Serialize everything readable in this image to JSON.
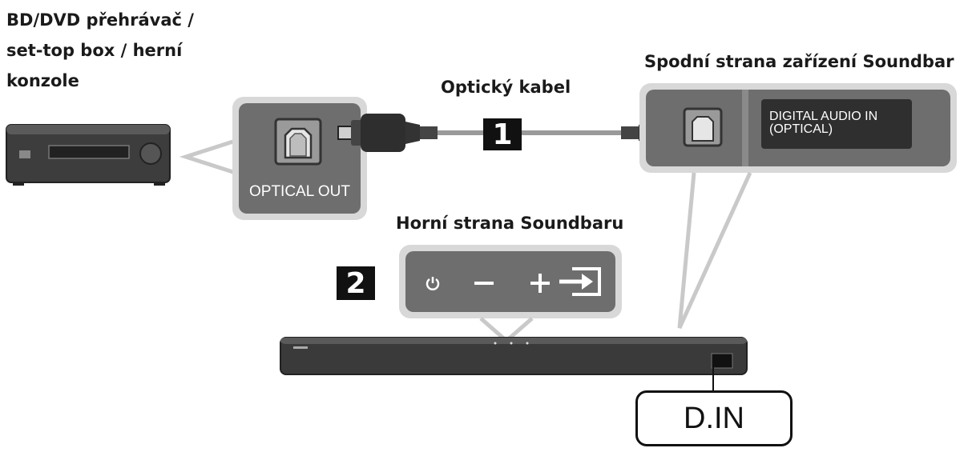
{
  "labels": {
    "source_device": [
      "BD/DVD přehrávač /",
      "set-top box / herní",
      "konzole"
    ],
    "cable": "Optický kabel",
    "soundbar_bottom": "Spodní strana zařízení Soundbar",
    "soundbar_top": "Horní strana Soundbaru",
    "optical_out": "OPTICAL OUT",
    "digital_audio_in": [
      "DIGITAL AUDIO IN",
      "(OPTICAL)"
    ],
    "d_in": "D.IN"
  },
  "steps": {
    "step1": "1",
    "step2": "2"
  },
  "top_panel_buttons": [
    "power-icon",
    "volume-down-icon",
    "volume-up-icon",
    "source-icon"
  ],
  "colors": {
    "panel": "#6e6e6e",
    "frame": "#d8d8d8",
    "badge": "#111111",
    "device": "#3a3a3a"
  }
}
